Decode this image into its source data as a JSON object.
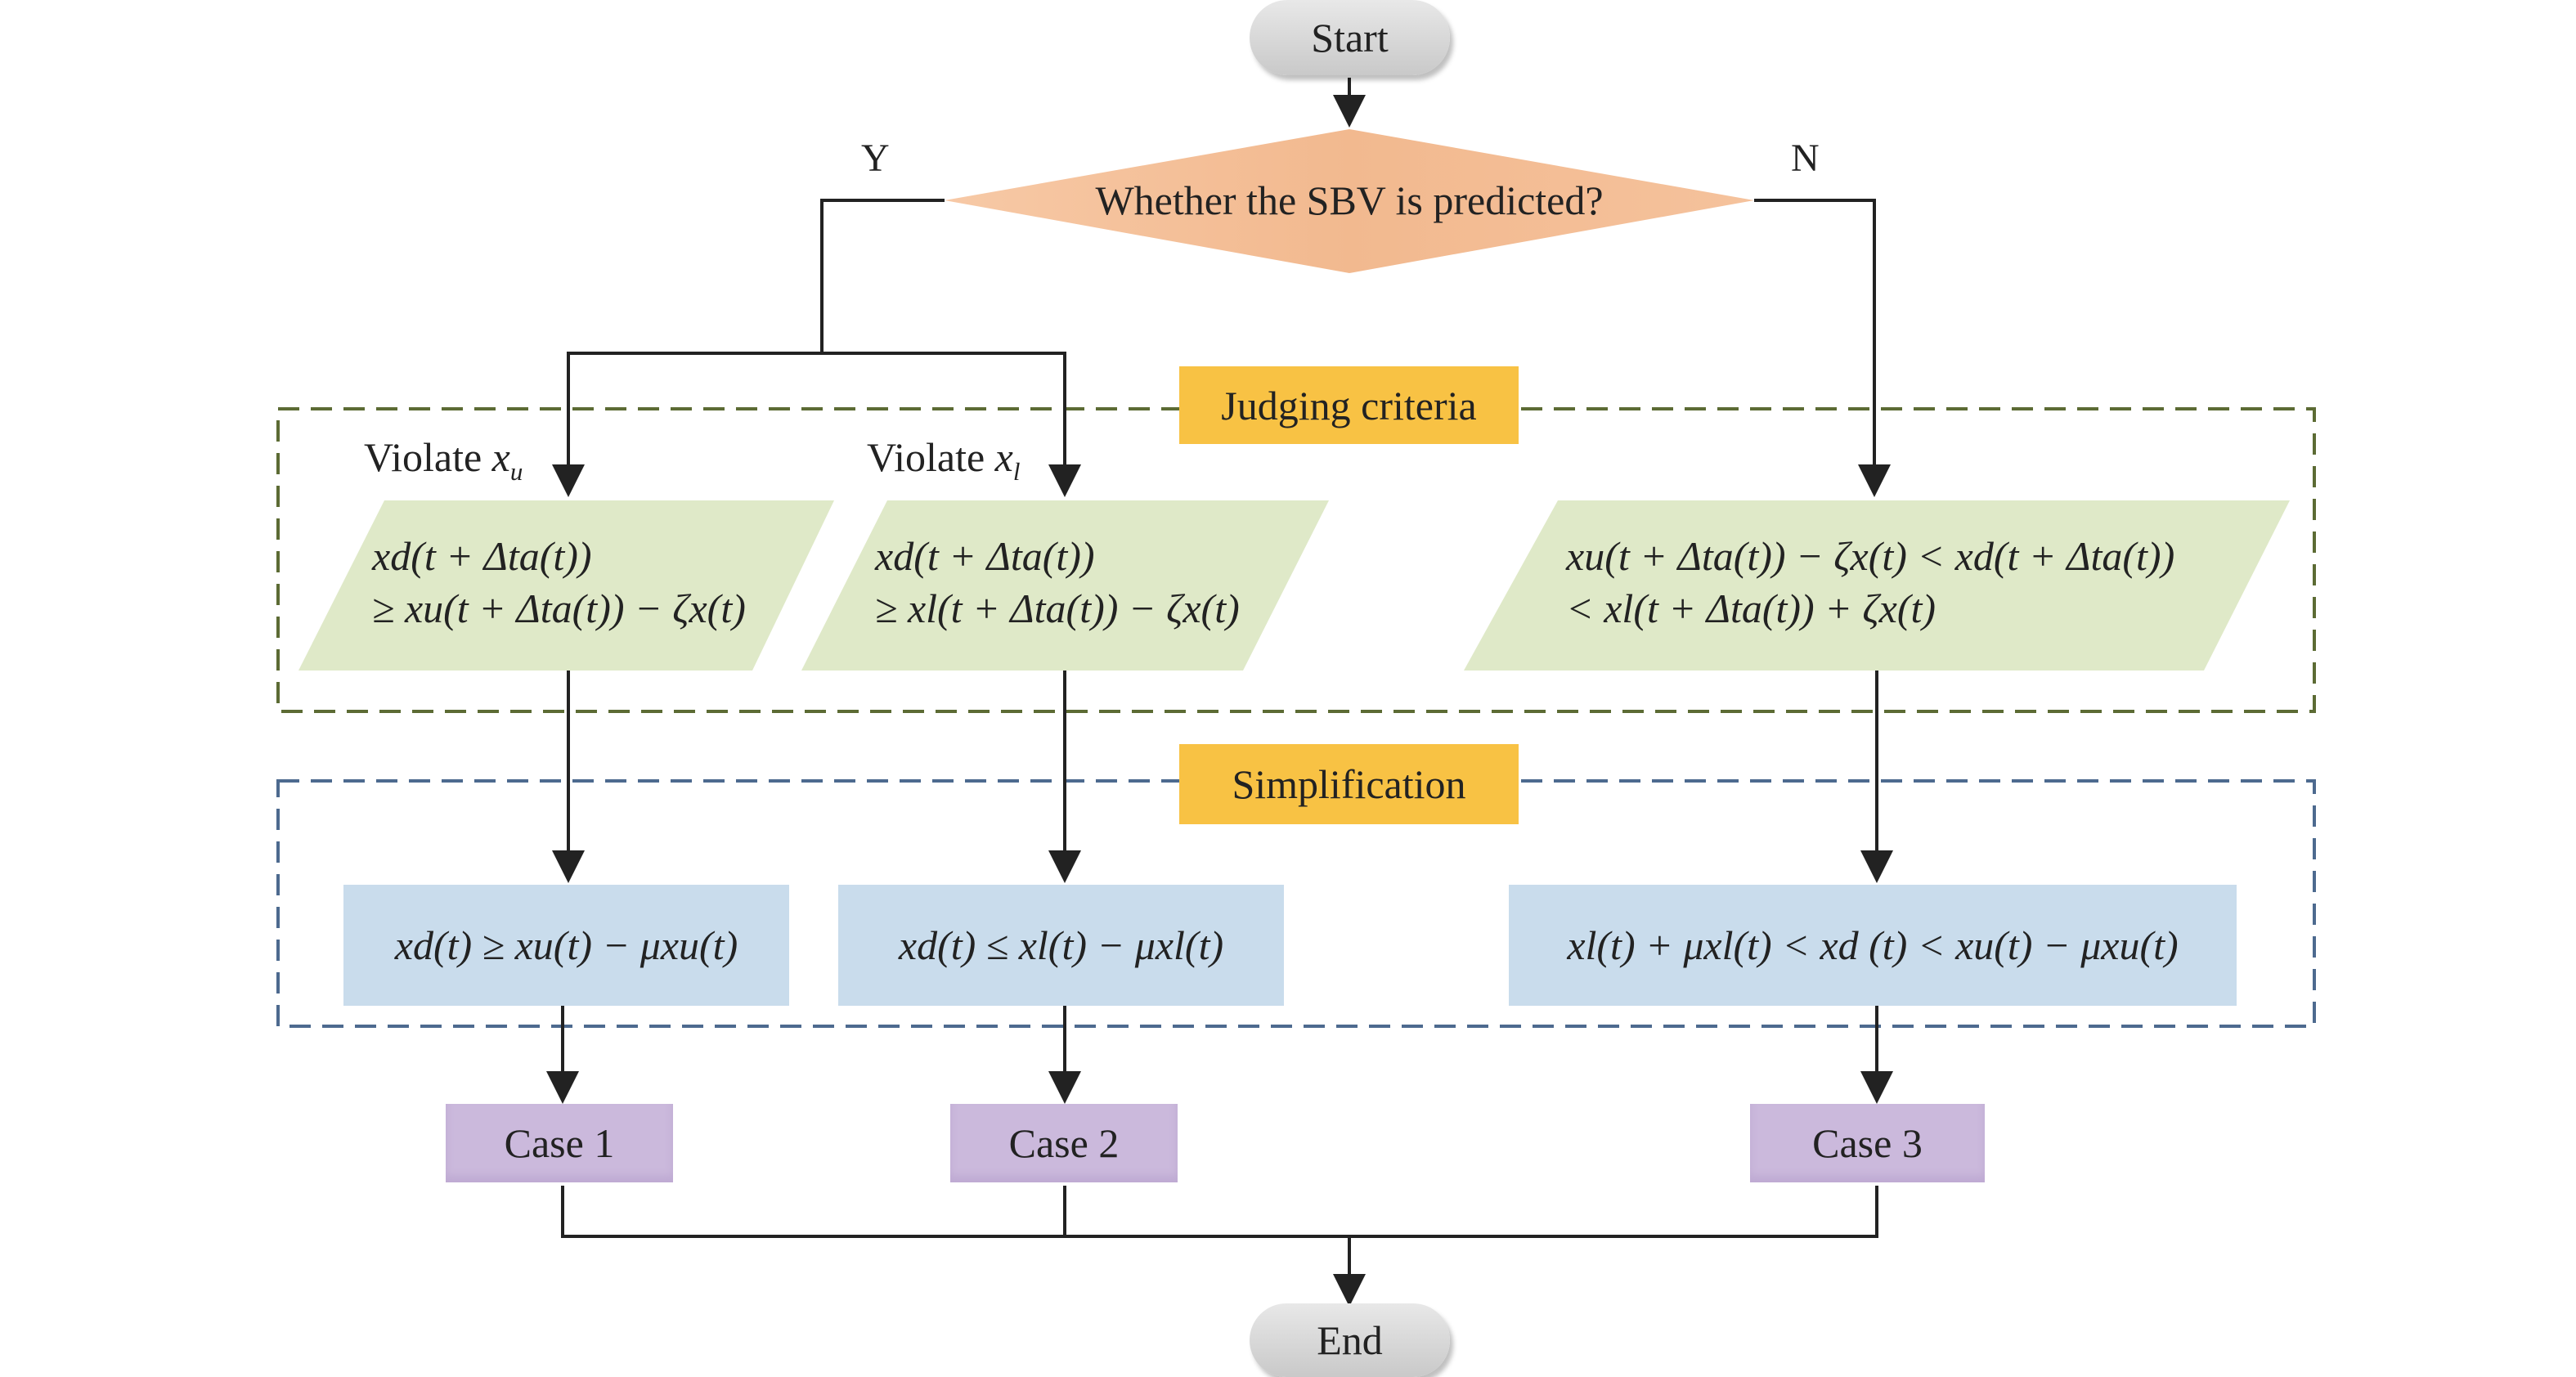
{
  "nodes": {
    "start": "Start",
    "end": "End",
    "decision": "Whether the SBV is predicted?",
    "yes_label": "Y",
    "no_label": "N"
  },
  "sections": {
    "judging": "Judging criteria",
    "simplification": "Simplification"
  },
  "branches": {
    "upper": {
      "heading": "Violate ",
      "heading_var": "x",
      "heading_sub": "u",
      "criterion_line1": "xd(t + Δta(t))",
      "criterion_line2": "≥ xu(t + Δta(t)) − ζx(t)",
      "simplified": "xd(t) ≥ xu(t) − μxu(t)",
      "case": "Case 1"
    },
    "lower": {
      "heading": "Violate ",
      "heading_var": "x",
      "heading_sub": "l",
      "criterion_line1": "xd(t + Δta(t))",
      "criterion_line2": "≥ xl(t + Δta(t)) − ζx(t)",
      "simplified": "xd(t) ≤ xl(t) − μxl(t)",
      "case": "Case 2"
    },
    "no_violation": {
      "criterion_line1": "xu(t + Δta(t)) − ζx(t) < xd(t + Δta(t))",
      "criterion_line2": "< xl(t + Δta(t)) + ζx(t)",
      "simplified": "xl(t) + μxl(t) < xd (t) < xu(t) − μxu(t)",
      "case": "Case 3"
    }
  },
  "colors": {
    "decision": "#f2b98f",
    "parallelogram": "#dfe9c8",
    "simplified": "#c9dcec",
    "case": "#cbb9dc",
    "tag": "#f8c244",
    "terminal": "#d6d6d6",
    "judging_border": "#5c6b34",
    "simplification_border": "#4d6a8f"
  }
}
